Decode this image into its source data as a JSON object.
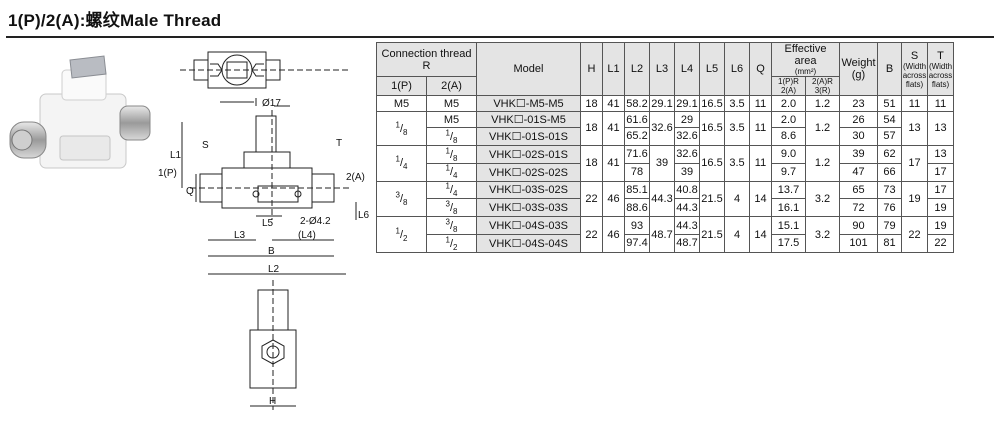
{
  "title": "1(P)/2(A):螺纹Male Thread",
  "drawing": {
    "dim_diameter": "Ø17",
    "label_s": "S",
    "label_t": "T",
    "label_l1": "L1",
    "label_port1": "1(P)",
    "label_port2": "2(A)",
    "label_q": "Q",
    "label_l6": "L6",
    "label_l5": "L5",
    "label_hole": "2-Ø4.2",
    "label_l3": "L3",
    "label_l4": "(L4)",
    "label_b": "B",
    "label_l2": "L2",
    "label_h": "H"
  },
  "table": {
    "headers": {
      "conn": "Connection thread",
      "conn_r": "R",
      "p1": "1(P)",
      "a2": "2(A)",
      "model": "Model",
      "H": "H",
      "L1": "L1",
      "L2": "L2",
      "L3": "L3",
      "L4": "L4",
      "L5": "L5",
      "L6": "L6",
      "Q": "Q",
      "eff": "Effective area",
      "eff_unit": "(mm²)",
      "eff_a": "1(P)R 2(A)",
      "eff_b": "2(A)R 3(R)",
      "weight": "Weight",
      "weight_unit": "(g)",
      "B": "B",
      "S": "S",
      "S_note": "(Width across flats)",
      "T": "T",
      "T_note": "(Width across flats)"
    },
    "rows": [
      {
        "p_main": "M5",
        "p_den": "",
        "a_main": "M5",
        "a_den": "",
        "model": "VHK☐-M5-M5",
        "H": "18",
        "L1": "41",
        "L2": "58.2",
        "L3": "29.1",
        "L4": "29.1",
        "L5": "16.5",
        "L6": "3.5",
        "Q": "11",
        "ea": "2.0",
        "eb": "1.2",
        "weight": "23",
        "B": "51",
        "S": "11",
        "T": "11"
      },
      {
        "p_main": "1",
        "p_den": "8",
        "a_main": "M5",
        "a_den": "",
        "model": "VHK☐-01S-M5",
        "H": "18",
        "L1": "41",
        "L2": "61.6",
        "L3": "32.6",
        "L4": "29",
        "L5": "16.5",
        "L6": "3.5",
        "Q": "11",
        "ea": "2.0",
        "eb": "1.2",
        "weight": "26",
        "B": "54",
        "S": "13",
        "T": "13"
      },
      {
        "p_main": "",
        "p_den": "",
        "a_main": "1",
        "a_den": "8",
        "model": "VHK☐-01S-01S",
        "L2": "65.2",
        "L4": "32.6",
        "ea": "8.6",
        "weight": "30",
        "B": "57"
      },
      {
        "p_main": "1",
        "p_den": "4",
        "a_main": "1",
        "a_den": "8",
        "model": "VHK☐-02S-01S",
        "H": "18",
        "L1": "41",
        "L2": "71.6",
        "L3": "39",
        "L4": "32.6",
        "L5": "16.5",
        "L6": "3.5",
        "Q": "11",
        "ea": "9.0",
        "eb": "1.2",
        "weight": "39",
        "B": "62",
        "S": "17",
        "T": "13"
      },
      {
        "p_main": "",
        "p_den": "",
        "a_main": "1",
        "a_den": "4",
        "model": "VHK☐-02S-02S",
        "L2": "78",
        "L4": "39",
        "ea": "9.7",
        "weight": "47",
        "B": "66",
        "T": "17"
      },
      {
        "p_main": "3",
        "p_den": "8",
        "a_main": "1",
        "a_den": "4",
        "model": "VHK☐-03S-02S",
        "H": "22",
        "L1": "46",
        "L2": "85.1",
        "L3": "44.3",
        "L4": "40.8",
        "L5": "21.5",
        "L6": "4",
        "Q": "14",
        "ea": "13.7",
        "eb": "3.2",
        "weight": "65",
        "B": "73",
        "S": "19",
        "T": "17"
      },
      {
        "p_main": "",
        "p_den": "",
        "a_main": "3",
        "a_den": "8",
        "model": "VHK☐-03S-03S",
        "L2": "88.6",
        "L4": "44.3",
        "ea": "16.1",
        "weight": "72",
        "B": "76",
        "T": "19"
      },
      {
        "p_main": "1",
        "p_den": "2",
        "a_main": "3",
        "a_den": "8",
        "model": "VHK☐-04S-03S",
        "H": "22",
        "L1": "46",
        "L2": "93",
        "L3": "48.7",
        "L4": "44.3",
        "L5": "21.5",
        "L6": "4",
        "Q": "14",
        "ea": "15.1",
        "eb": "3.2",
        "weight": "90",
        "B": "79",
        "S": "22",
        "T": "19"
      },
      {
        "p_main": "",
        "p_den": "",
        "a_main": "1",
        "a_den": "2",
        "model": "VHK☐-04S-04S",
        "L2": "97.4",
        "L4": "48.7",
        "ea": "17.5",
        "weight": "101",
        "B": "81",
        "T": "22"
      }
    ]
  }
}
